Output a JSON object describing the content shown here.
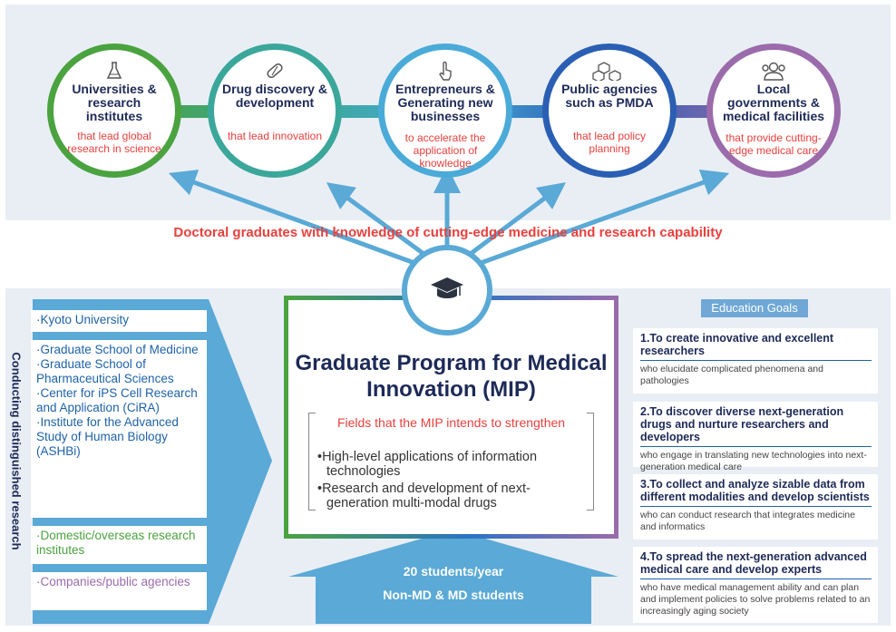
{
  "top_circles": [
    {
      "title": "Universities & research institutes",
      "subtitle": "that lead global research in science",
      "color": "#4aa33f",
      "icon": "flask-icon"
    },
    {
      "title": "Drug discovery & development",
      "subtitle": "that lead innovation",
      "color": "#3aa79a",
      "icon": "capsule-icon"
    },
    {
      "title": "Entrepreneurs & Generating new businesses",
      "subtitle": "to accelerate the application of knowledge",
      "color": "#4aaad8",
      "icon": "pointing-hand-icon"
    },
    {
      "title": "Public agencies such as PMDA",
      "subtitle": "that lead policy planning",
      "color": "#2a5fb3",
      "icon": "cubes-icon"
    },
    {
      "title": "Local governments & medical facilities",
      "subtitle": "that provide cutting-edge medical care",
      "color": "#9b6bab",
      "icon": "people-icon"
    }
  ],
  "headline": "Doctoral graduates with knowledge of cutting-edge medicine and research capability",
  "side_label": "Conducting distinguished research",
  "left_boxes": [
    {
      "items": [
        "·Kyoto University"
      ],
      "color": "#1e62a8"
    },
    {
      "items": [
        "·Graduate School of Medicine",
        "·Graduate School of Pharmaceutical Sciences",
        "·Center for iPS Cell Research and Application (CiRA)",
        "·Institute for the Advanced Study of Human Biology (ASHBi)"
      ],
      "color": "#1e62a8"
    },
    {
      "items": [
        "·Domestic/overseas research institutes"
      ],
      "color": "#4aa33f"
    },
    {
      "items": [
        "·Companies/public agencies"
      ],
      "color": "#9b6bab"
    }
  ],
  "program": {
    "title": "Graduate Program for Medical Innovation (MIP)",
    "fields_title": "Fields that the MIP intends to strengthen",
    "fields": [
      "•High-level applications of information technologies",
      "•Research and development of next-generation multi-modal drugs"
    ]
  },
  "intake": {
    "line1": "20 students/year",
    "line2": "Non-MD & MD students"
  },
  "goals_header": "Education Goals",
  "goals": [
    {
      "title": "1.To create innovative and excellent researchers",
      "desc": "who elucidate complicated phenomena and pathologies"
    },
    {
      "title": "2.To discover diverse next-generation drugs and nurture researchers and developers",
      "desc": "who engage in translating new technologies into next-generation medical care"
    },
    {
      "title": "3.To collect and analyze sizable data from different modalities and develop scientists",
      "desc": "who can conduct research that integrates medicine and informatics"
    },
    {
      "title": "4.To spread the next-generation advanced medical care and develop experts",
      "desc": "who have medical management ability and can plan and implement policies to solve problems related to an increasingly aging society"
    }
  ],
  "colors": {
    "accent_red": "#e9403d",
    "navy": "#1d2a57",
    "arrow_blue": "#5aa9d6",
    "panel_bg": "#e9eef5"
  }
}
